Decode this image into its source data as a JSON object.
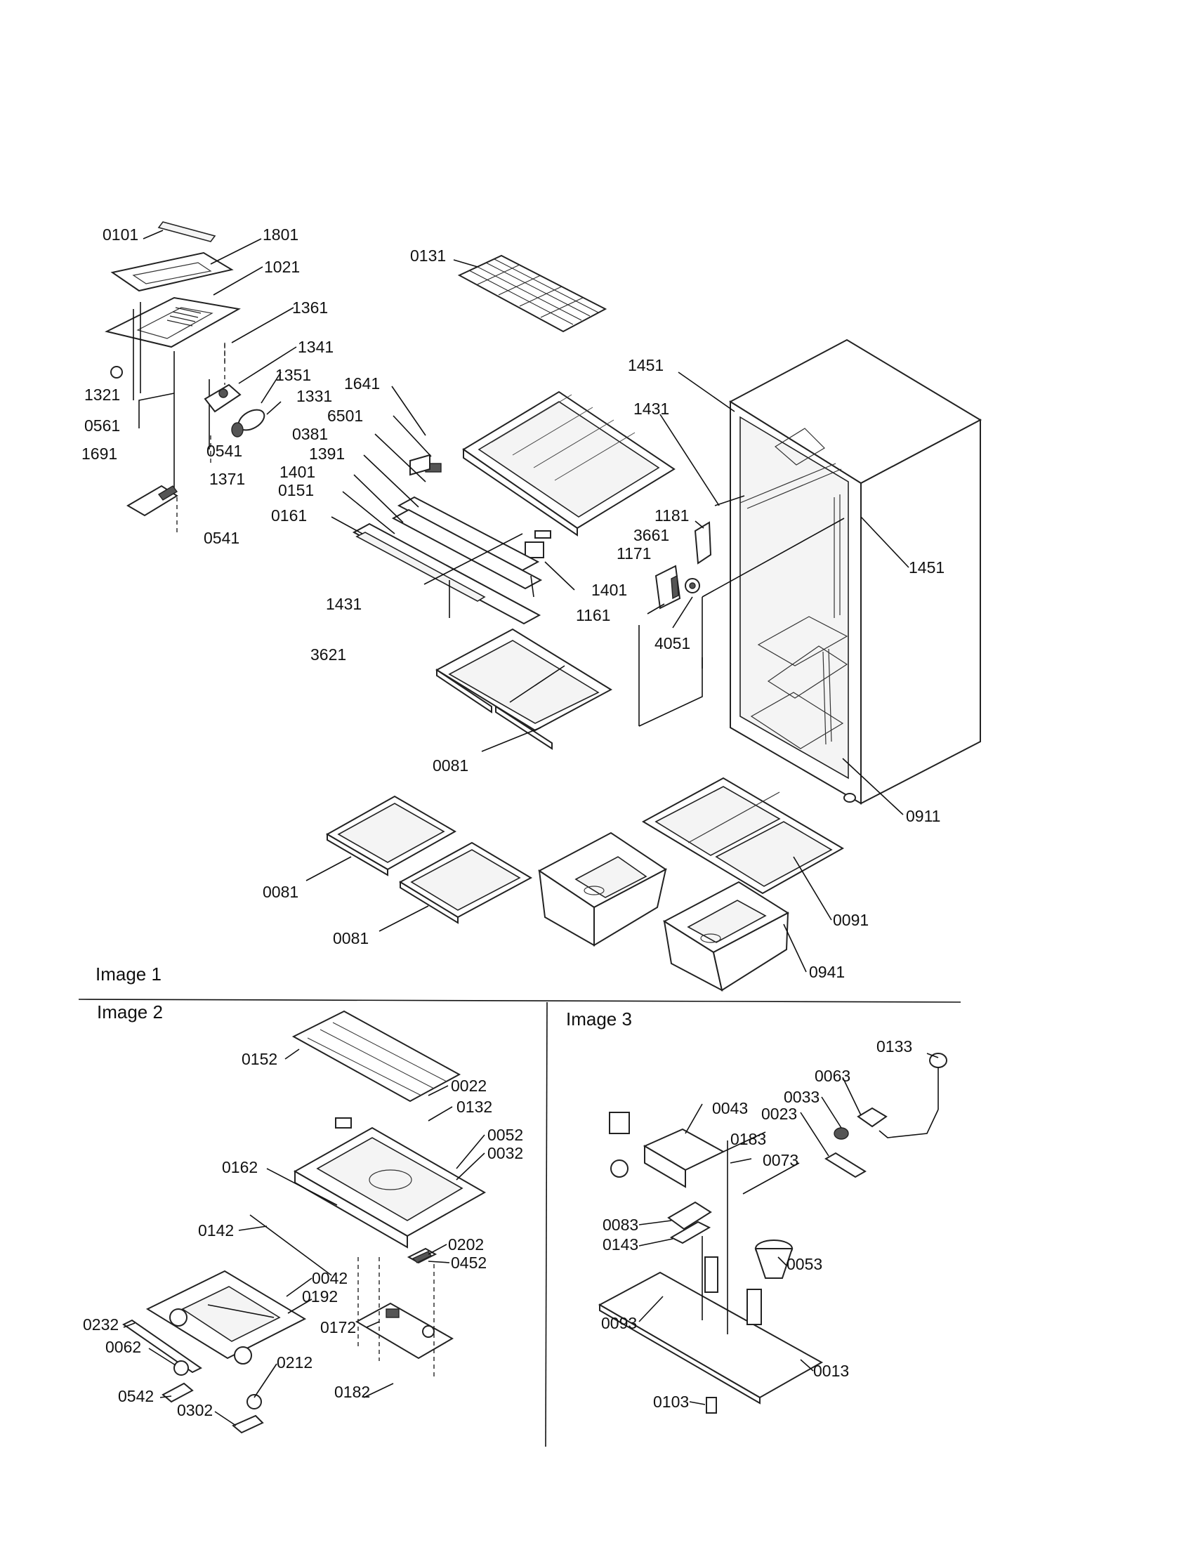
{
  "sections": [
    {
      "id": "image-1",
      "title": "Image 1"
    },
    {
      "id": "image-2",
      "title": "Image 2"
    },
    {
      "id": "image-3",
      "title": "Image 3"
    }
  ],
  "part_labels": {
    "l0101": "0101",
    "l1801": "1801",
    "l1021": "1021",
    "l0131": "0131",
    "l1361": "1361",
    "l1341": "1341",
    "l1321": "1321",
    "l1351": "1351",
    "l1331": "1331",
    "l1641": "1641",
    "l0561": "0561",
    "l6501": "6501",
    "l0381": "0381",
    "l1691": "1691",
    "l0541a": "0541",
    "l1391": "1391",
    "l1401a": "1401",
    "l1371": "1371",
    "l0151": "0151",
    "l0541b": "0541",
    "l0161": "0161",
    "l1431a": "1431",
    "l3621": "3621",
    "l1451a": "1451",
    "l1431b": "1431",
    "l1451b": "1451",
    "l1181": "1181",
    "l3661": "3661",
    "l1171": "1171",
    "l1401b": "1401",
    "l1161": "1161",
    "l4051": "4051",
    "l0081a": "0081",
    "l0911": "0911",
    "l0081b": "0081",
    "l0081c": "0081",
    "l0091": "0091",
    "l0941": "0941",
    "l0152": "0152",
    "l0022": "0022",
    "l0132": "0132",
    "l0052": "0052",
    "l0032": "0032",
    "l0162": "0162",
    "l0142": "0142",
    "l0202": "0202",
    "l0452": "0452",
    "l0042": "0042",
    "l0192": "0192",
    "l0232": "0232",
    "l0172": "0172",
    "l0062": "0062",
    "l0212": "0212",
    "l0542": "0542",
    "l0302": "0302",
    "l0182": "0182",
    "l0133": "0133",
    "l0063": "0063",
    "l0033": "0033",
    "l0043": "0043",
    "l0023": "0023",
    "l0183": "0183",
    "l0073": "0073",
    "l0083": "0083",
    "l0143": "0143",
    "l0053": "0053",
    "l0093": "0093",
    "l0013": "0013",
    "l0103": "0103"
  },
  "icons": {
    "refrigerator-cabinet": "refrigerator-cabinet-icon",
    "shelf": "glass-shelf-icon",
    "crisper": "crisper-drawer-icon",
    "control-housing": "control-housing-icon"
  }
}
